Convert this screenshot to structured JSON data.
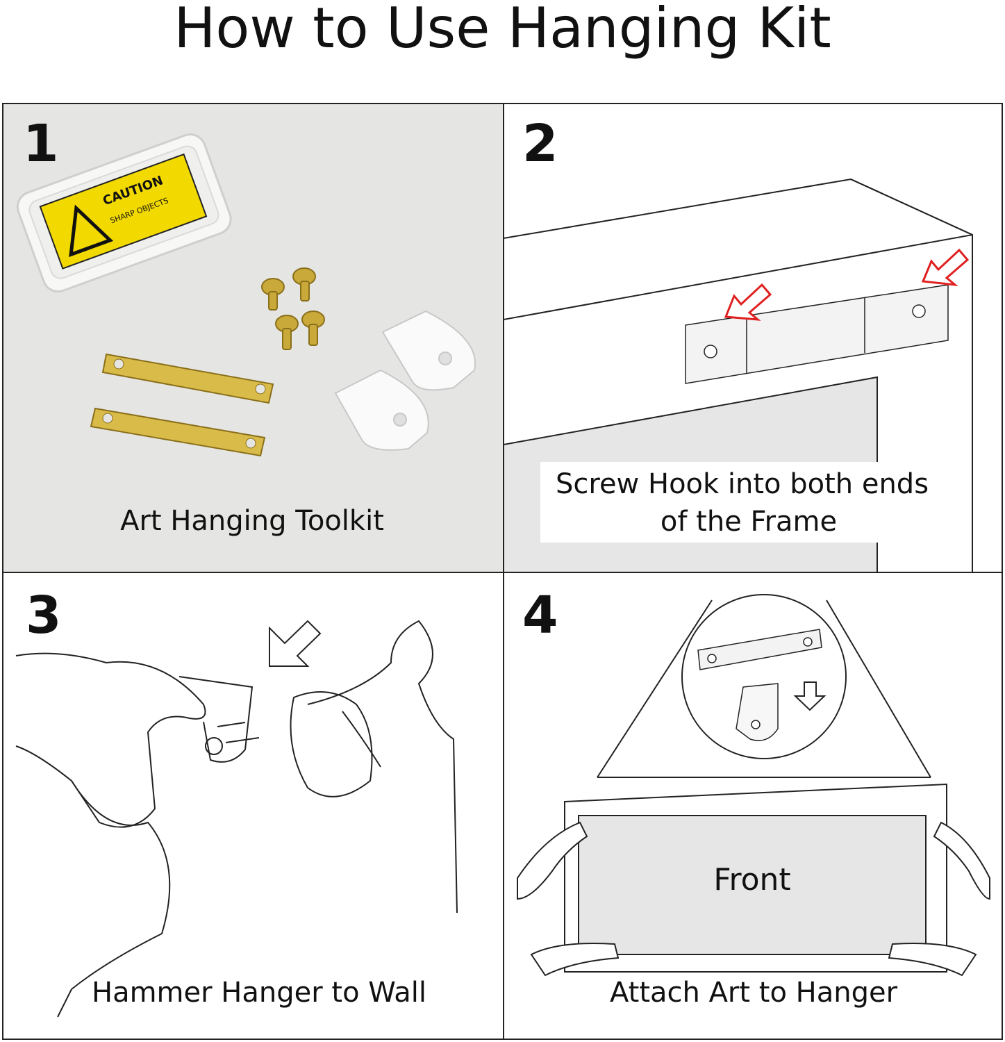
{
  "title": "How to Use Hanging  Kit",
  "panels": [
    {
      "number": "1",
      "caption": "Art Hanging Toolkit",
      "label_caution": "CAUTION",
      "label_sharp": "SHARP OBJECTS"
    },
    {
      "number": "2",
      "caption_line1": "Screw Hook into both ends",
      "caption_line2": "of the Frame"
    },
    {
      "number": "3",
      "caption": "Hammer Hanger to Wall"
    },
    {
      "number": "4",
      "caption": "Attach Art to Hanger",
      "frame_label": "Front"
    }
  ],
  "colors": {
    "caution_yellow": "#f2d900",
    "arrow_red": "#e02020",
    "gold": "#c9a93a"
  }
}
